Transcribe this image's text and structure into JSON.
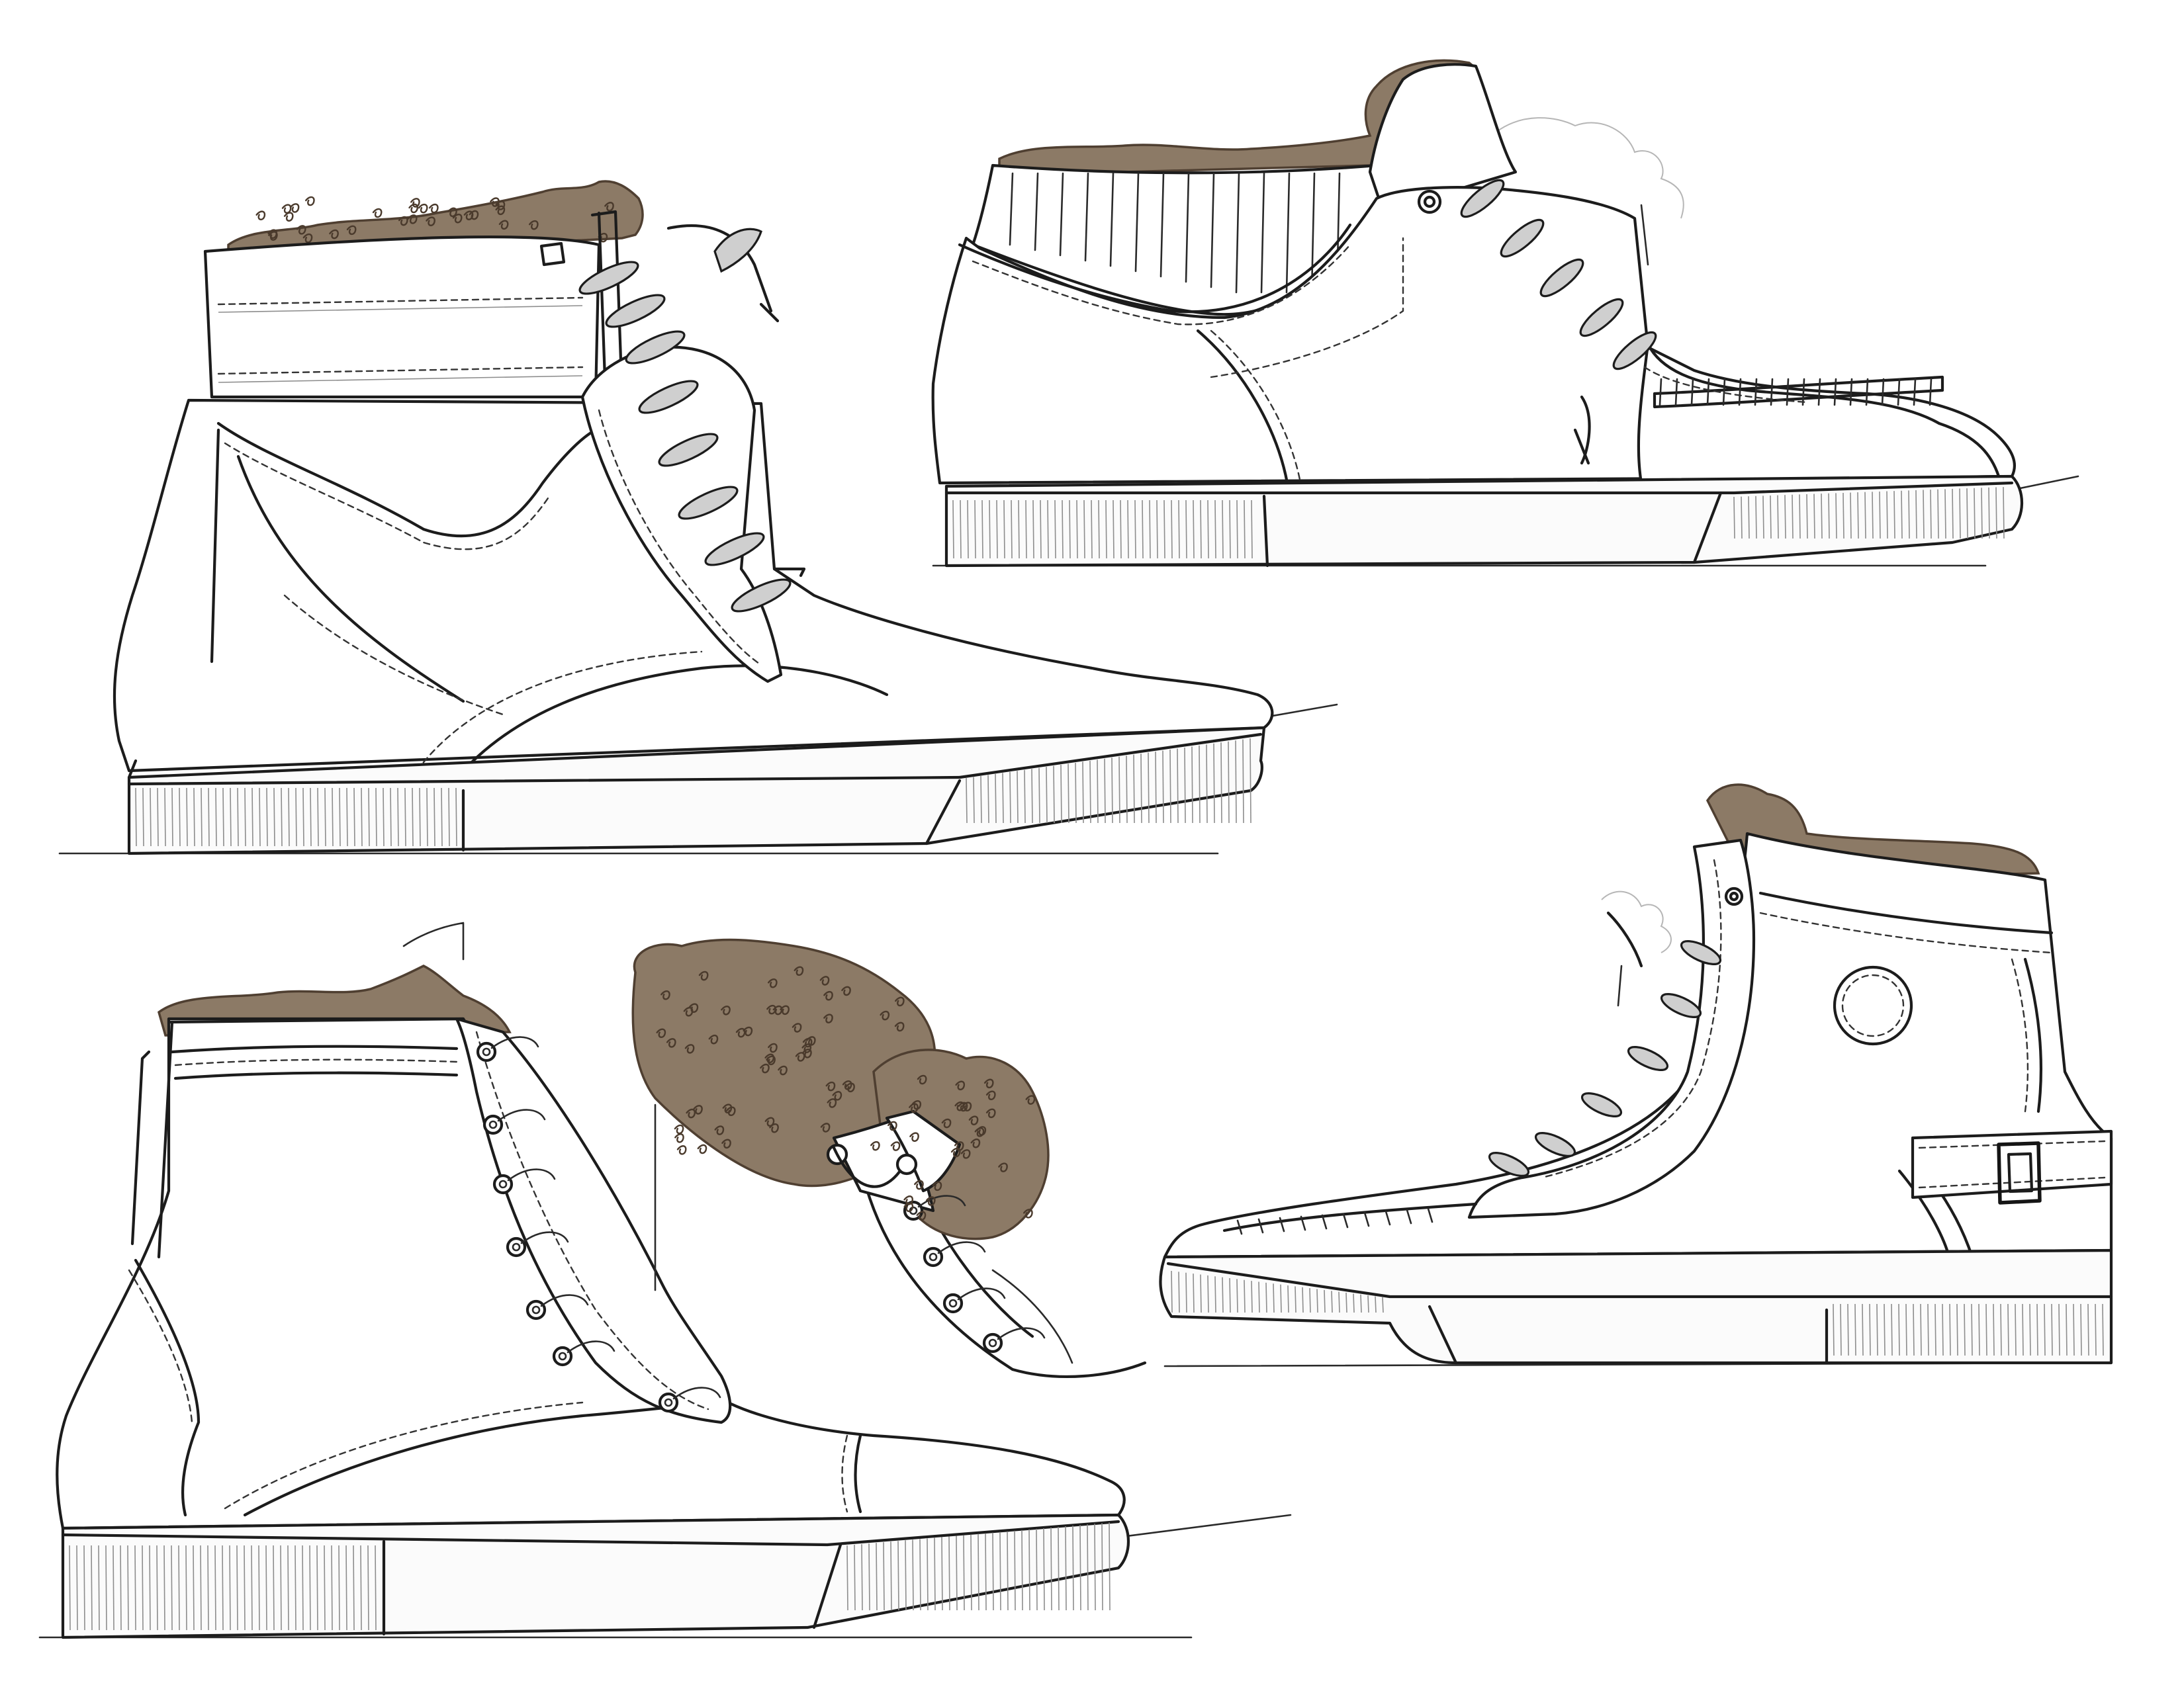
{
  "sheet": {
    "background": "#ffffff",
    "ink_color": "#1c1c1c",
    "fur_color": "#8c7a66",
    "fur_outline_color": "#4f3f31"
  },
  "sketches": [
    {
      "id": "quilted-collar-high-top",
      "features": [
        "quilted-collar",
        "fur-lining",
        "speed-hooks",
        "laces"
      ]
    },
    {
      "id": "ribbed-collar-moc-toe",
      "features": [
        "ribbed-collar",
        "fur-lining",
        "moc-toe-stitching",
        "laces"
      ]
    },
    {
      "id": "fold-down-fur-cuff-boot",
      "features": [
        "fur-lining",
        "eyelets",
        "toe-cap",
        "laces"
      ]
    },
    {
      "id": "fur-cuff-detail",
      "features": [
        "fur-cuff",
        "snap-buttons",
        "eyelets"
      ]
    },
    {
      "id": "buckle-strap-moc-boot",
      "features": [
        "fur-lining",
        "ankle-patch",
        "buckle-strap",
        "moc-toe-stitching",
        "laces"
      ]
    }
  ]
}
